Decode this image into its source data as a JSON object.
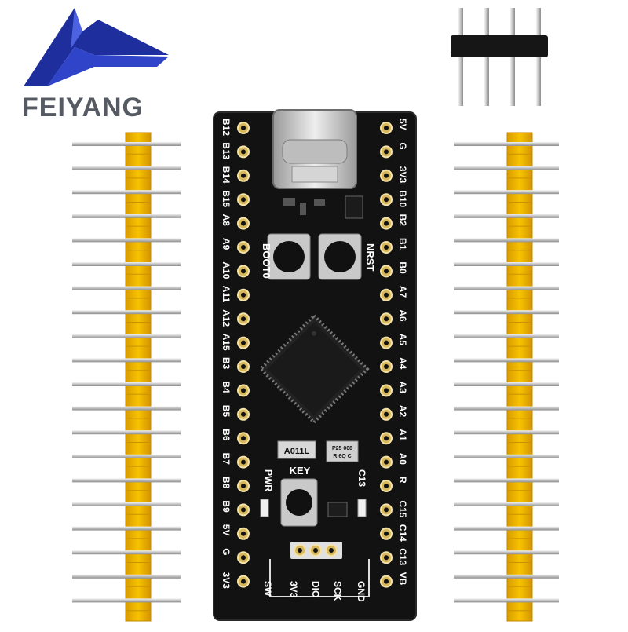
{
  "brand": {
    "name": "FEIYANG"
  },
  "board": {
    "left_pins": [
      "B12",
      "B13",
      "B14",
      "B15",
      "A8",
      "A9",
      "A10",
      "A11",
      "A12",
      "A15",
      "B3",
      "B4",
      "B5",
      "B6",
      "B7",
      "B8",
      "B9",
      "5V",
      "G",
      "3V3"
    ],
    "right_pins": [
      "5V",
      "G",
      "3V3",
      "B10",
      "B2",
      "B1",
      "B0",
      "A7",
      "A6",
      "A5",
      "A4",
      "A3",
      "A2",
      "A1",
      "A0",
      "R",
      "C15",
      "C14",
      "C13",
      "VB"
    ],
    "bottom_pins": [
      "SW",
      "3V3",
      "DIO",
      "SCK",
      "GND"
    ],
    "labels": {
      "boot": "BOOT0",
      "nrst": "NRST",
      "key": "KEY",
      "pwr": "PWR",
      "c13": "C13",
      "regulator": "A011L",
      "crystal_line1": "P25 008",
      "crystal_line2": "R 6Q C"
    }
  },
  "colors": {
    "pcb": "#121212",
    "header_plastic": "#f0b400",
    "pin_metal": "#cfcfcf",
    "brand_logo": "#1e2e9c"
  }
}
